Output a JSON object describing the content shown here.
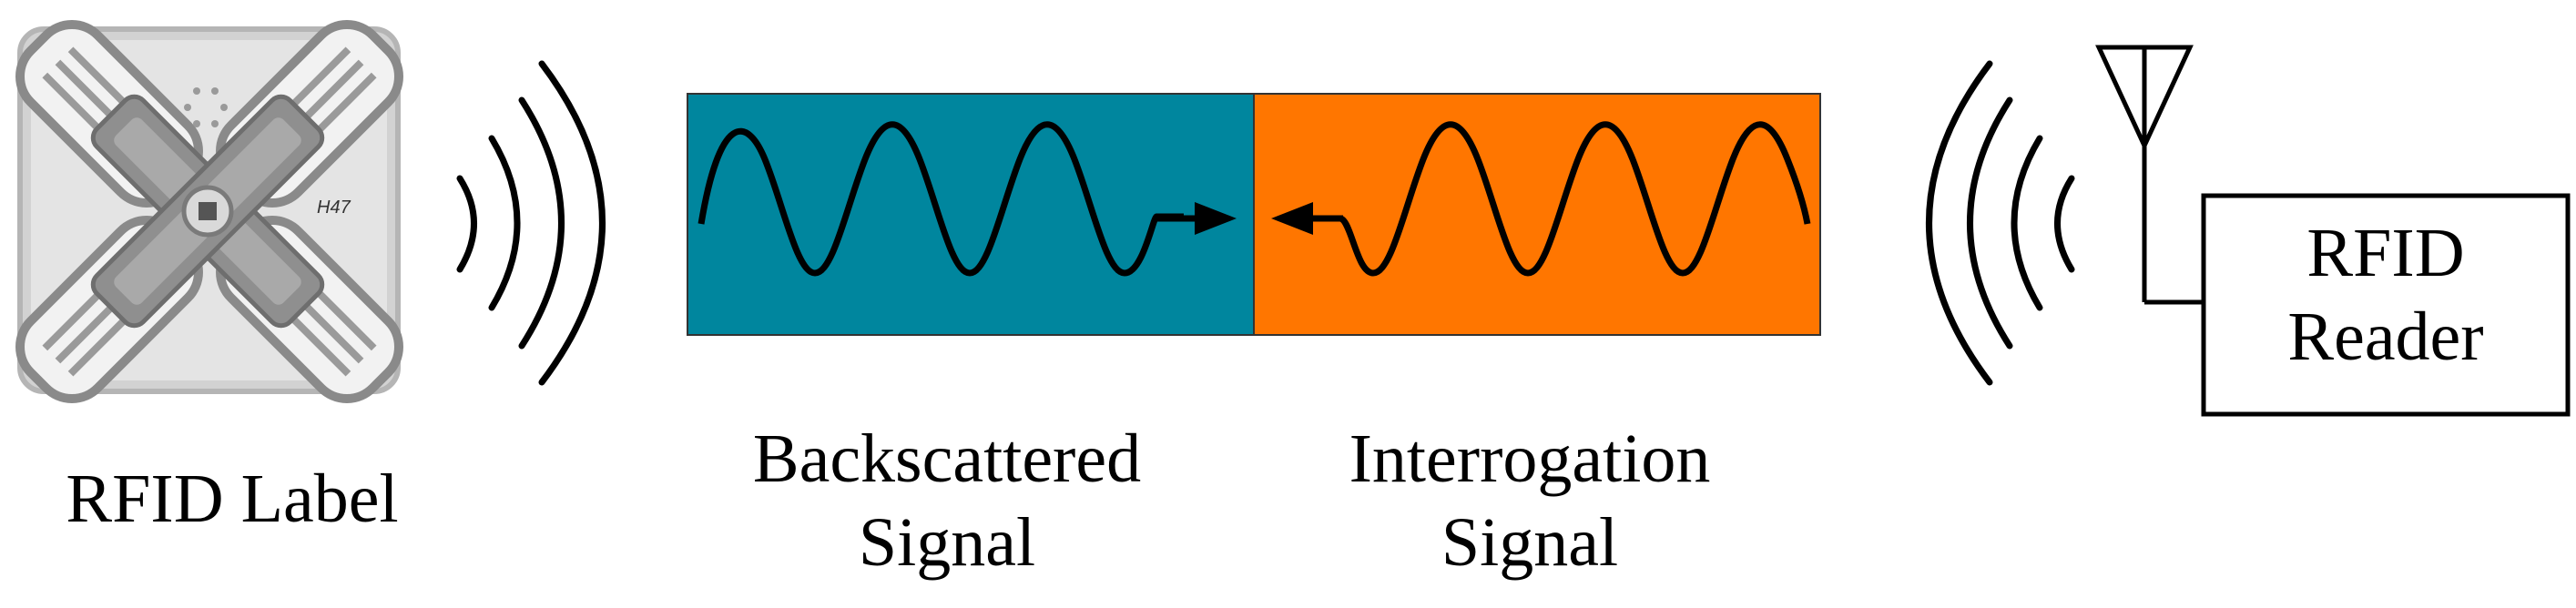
{
  "rfid_label": {
    "caption": "RFID Label",
    "chip_marking": "H47"
  },
  "backscattered": {
    "line1": "Backscattered",
    "line2": "Signal",
    "color": "#00869e"
  },
  "interrogation": {
    "line1": "Interrogation",
    "line2": "Signal",
    "color": "#ff7600"
  },
  "reader": {
    "line1": "RFID",
    "line2": "Reader"
  }
}
